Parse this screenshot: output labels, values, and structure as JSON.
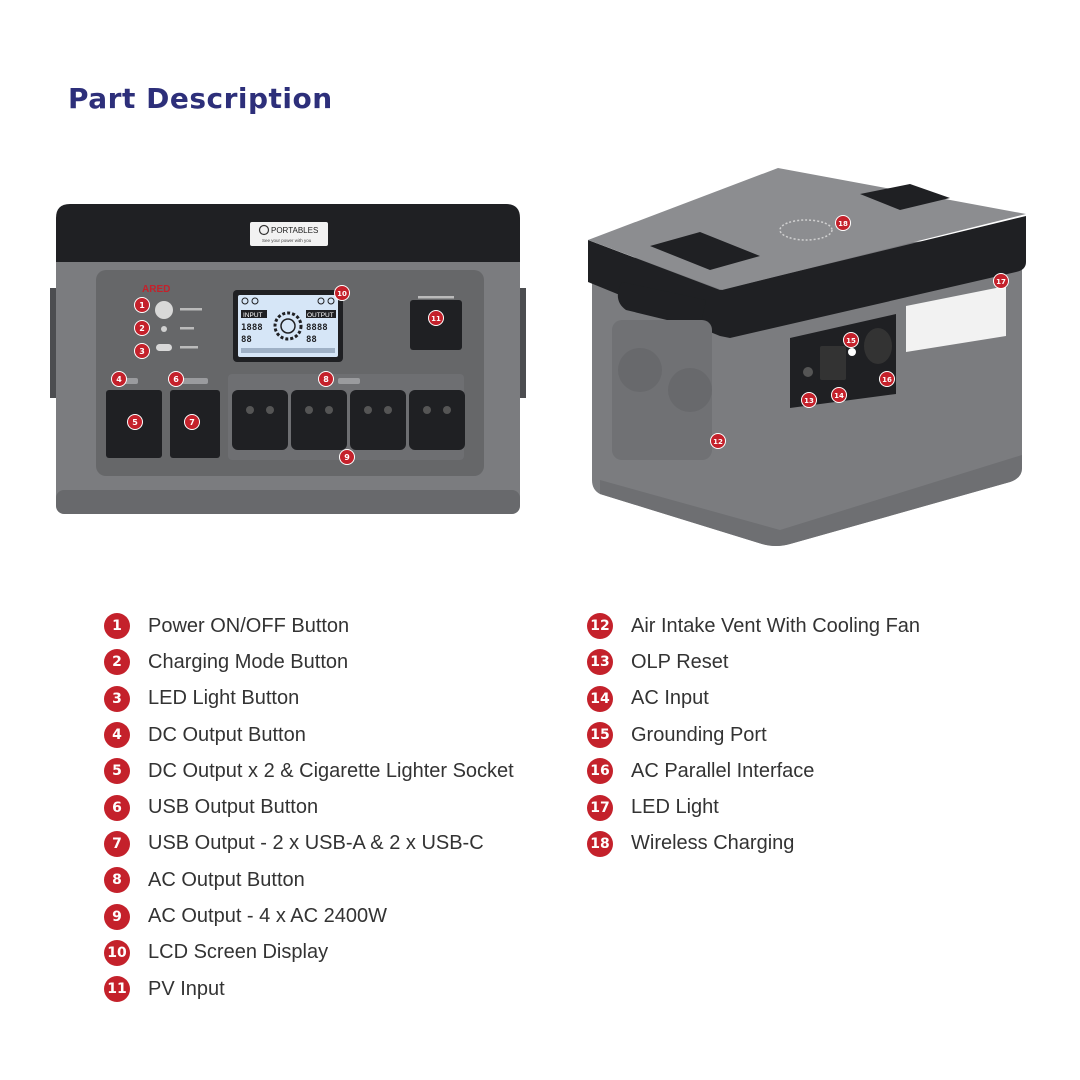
{
  "title": "Part Description",
  "colors": {
    "title": "#2d2f7a",
    "badge": "#c4212b",
    "body_gray": "#7a7b7e",
    "dark_trim": "#1f2023",
    "text": "#333333"
  },
  "device": {
    "brand_label": "PORTABLES",
    "brand_tagline": "See your power with you",
    "front_logo": "ARED",
    "lcd_input": "INPUT",
    "lcd_output": "OUTPUT",
    "lcd_digits_left": "1888",
    "lcd_digits_right": "8888",
    "lcd_small_left": "88",
    "lcd_small_right": "88"
  },
  "callouts": [
    "1",
    "2",
    "3",
    "4",
    "5",
    "6",
    "7",
    "8",
    "9",
    "10",
    "11",
    "12",
    "13",
    "14",
    "15",
    "16",
    "17",
    "18"
  ],
  "parts_left": [
    {
      "num": "1",
      "label": "Power ON/OFF Button"
    },
    {
      "num": "2",
      "label": "Charging Mode Button"
    },
    {
      "num": "3",
      "label": "LED Light Button"
    },
    {
      "num": "4",
      "label": "DC Output Button"
    },
    {
      "num": "5",
      "label": "DC Output x 2 & Cigarette Lighter Socket"
    },
    {
      "num": "6",
      "label": "USB Output Button"
    },
    {
      "num": "7",
      "label": "USB Output - 2 x USB-A & 2 x USB-C"
    },
    {
      "num": "8",
      "label": "AC Output Button"
    },
    {
      "num": "9",
      "label": "AC Output - 4 x AC 2400W"
    },
    {
      "num": "10",
      "label": "LCD Screen Display"
    },
    {
      "num": "11",
      "label": "PV Input"
    }
  ],
  "parts_right": [
    {
      "num": "12",
      "label": "Air Intake Vent With Cooling Fan"
    },
    {
      "num": "13",
      "label": "OLP Reset"
    },
    {
      "num": "14",
      "label": "AC Input"
    },
    {
      "num": "15",
      "label": "Grounding Port"
    },
    {
      "num": "16",
      "label": "AC Parallel Interface"
    },
    {
      "num": "17",
      "label": "LED Light"
    },
    {
      "num": "18",
      "label": "Wireless Charging"
    }
  ]
}
